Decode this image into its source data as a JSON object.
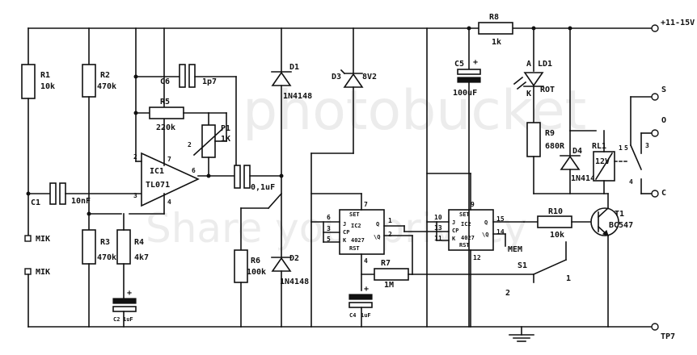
{
  "rails": {
    "supply": "+11-15V",
    "ground": "TP7"
  },
  "inputs": {
    "mic_a": "MIK",
    "mic_b": "MIK"
  },
  "watermark": {
    "line1": "photobucket",
    "line2": "Share your privacy"
  },
  "components": {
    "R1": {
      "ref": "R1",
      "value": "10k"
    },
    "R2": {
      "ref": "R2",
      "value": "470k"
    },
    "R3": {
      "ref": "R3",
      "value": "470k"
    },
    "R4": {
      "ref": "R4",
      "value": "4k7"
    },
    "R5": {
      "ref": "R5",
      "value": "220k"
    },
    "R6": {
      "ref": "R6",
      "value": "100k"
    },
    "R7": {
      "ref": "R7",
      "value": "1M"
    },
    "R8": {
      "ref": "R8",
      "value": "1k"
    },
    "R9": {
      "ref": "R9",
      "value": "680R"
    },
    "R10": {
      "ref": "R10",
      "value": "10k"
    },
    "C1": {
      "ref": "C1",
      "value": "10nF"
    },
    "C2": {
      "ref": "C2",
      "value": "1uF"
    },
    "C3": {
      "ref": "",
      "value": "0,1uF"
    },
    "C4": {
      "ref": "C4",
      "value": "1uF"
    },
    "C5": {
      "ref": "C5",
      "value": "100uF"
    },
    "C6": {
      "ref": "C6",
      "value": "1p7"
    },
    "P1": {
      "ref": "P1",
      "value": "1K"
    },
    "D1": {
      "ref": "D1",
      "value": "1N4148"
    },
    "D2": {
      "ref": "D2",
      "value": "1N4148"
    },
    "D3": {
      "ref": "D3",
      "value": "8V2"
    },
    "D4": {
      "ref": "D4",
      "value": "1N4148"
    },
    "LD1": {
      "ref": "LD1",
      "value": "ROT",
      "anode": "A",
      "cathode": "K"
    },
    "IC1": {
      "ref": "IC1",
      "value": "TL071"
    },
    "IC2a": {
      "ref": "IC2",
      "value": "4027"
    },
    "IC2b": {
      "ref": "IC2",
      "value": "4027"
    },
    "T1": {
      "ref": "T1",
      "value": "BC547"
    },
    "RL1": {
      "ref": "RL1",
      "value": "12V"
    },
    "S1": {
      "ref": "S1",
      "pos1": "1",
      "pos2": "2",
      "mem": "MEM"
    }
  },
  "relay_contacts": {
    "s": "S",
    "o": "O",
    "c": "C",
    "p3": "3",
    "p4": "4",
    "p5": "5",
    "p1": "1"
  },
  "pins": {
    "ic1_2": "2",
    "ic1_3": "3",
    "ic1_4": "4",
    "ic1_6": "6",
    "ic1_7": "7",
    "p1_2": "2",
    "ff1_set": "SET",
    "ff1_j": "J",
    "ff1_cp": "CP",
    "ff1_k": "K",
    "ff1_q": "Q",
    "ff1_nq": "\\Q",
    "ff1_rst": "RST",
    "ff1_p7": "7",
    "ff1_p6": "6",
    "ff1_p3": "3",
    "ff1_p5": "5",
    "ff1_p1": "1",
    "ff1_p2": "2",
    "ff1_p4": "4",
    "ff2_set": "SET",
    "ff2_j": "J",
    "ff2_cp": "CP",
    "ff2_k": "K",
    "ff2_q": "Q",
    "ff2_nq": "\\Q",
    "ff2_rst": "RST",
    "ff2_p9": "9",
    "ff2_p10": "10",
    "ff2_p13": "13",
    "ff2_p11": "11",
    "ff2_p15": "15",
    "ff2_p14": "14",
    "ff2_p12": "12"
  }
}
